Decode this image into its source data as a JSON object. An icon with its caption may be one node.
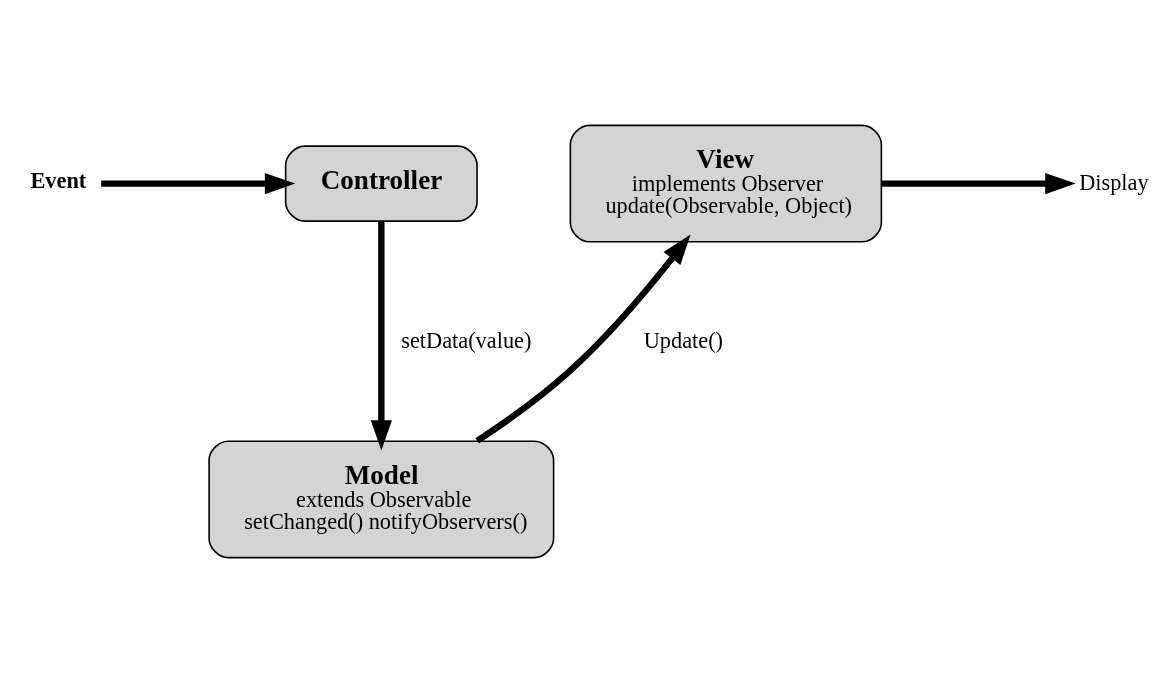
{
  "diagram": {
    "nodes": [
      {
        "text": [
          "Event"
        ]
      },
      {
        "text": [
          "Controller"
        ]
      },
      {
        "text": [
          "View",
          "implements Observer",
          "update(Observable, Object)"
        ]
      },
      {
        "text": [
          "Display"
        ]
      },
      {
        "text": [
          "Model",
          "extends Observable",
          "setChanged() notifyObservers()"
        ]
      }
    ],
    "edges": [
      {
        "from": 0,
        "to": 1,
        "arrow": "to"
      },
      {
        "from": 1,
        "to": 4,
        "arrow": "to",
        "label": "setData(value)"
      },
      {
        "from": 4,
        "to": 2,
        "arrow": "to",
        "label": "Update()"
      },
      {
        "from": 2,
        "to": 3,
        "arrow": "to"
      }
    ]
  }
}
